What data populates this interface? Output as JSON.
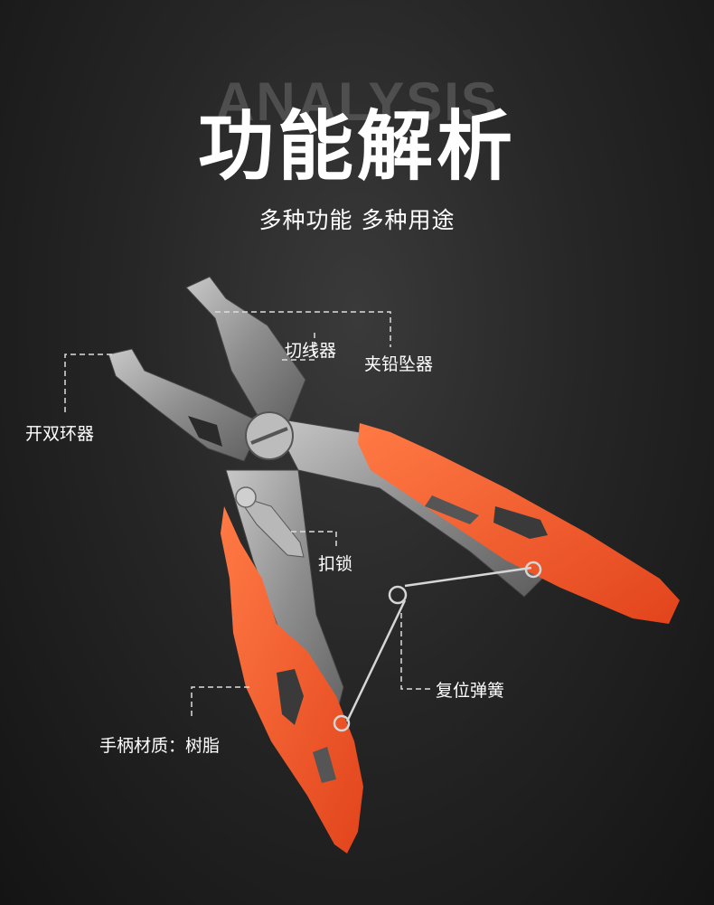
{
  "header": {
    "background_word": "ANALYSIS",
    "title": "功能解析",
    "subtitle": "多种功能 多种用途"
  },
  "labels": {
    "cutter": "切线器",
    "sinker_clamp": "夹铅坠器",
    "split_ring": "开双环器",
    "lock": "扣锁",
    "spring": "复位弹簧",
    "handle_material": "手柄材质：树脂"
  },
  "colors": {
    "handle": "#f2572a",
    "metal": "#9a9a9a",
    "text": "#ffffff",
    "callout": "#dddddd"
  }
}
